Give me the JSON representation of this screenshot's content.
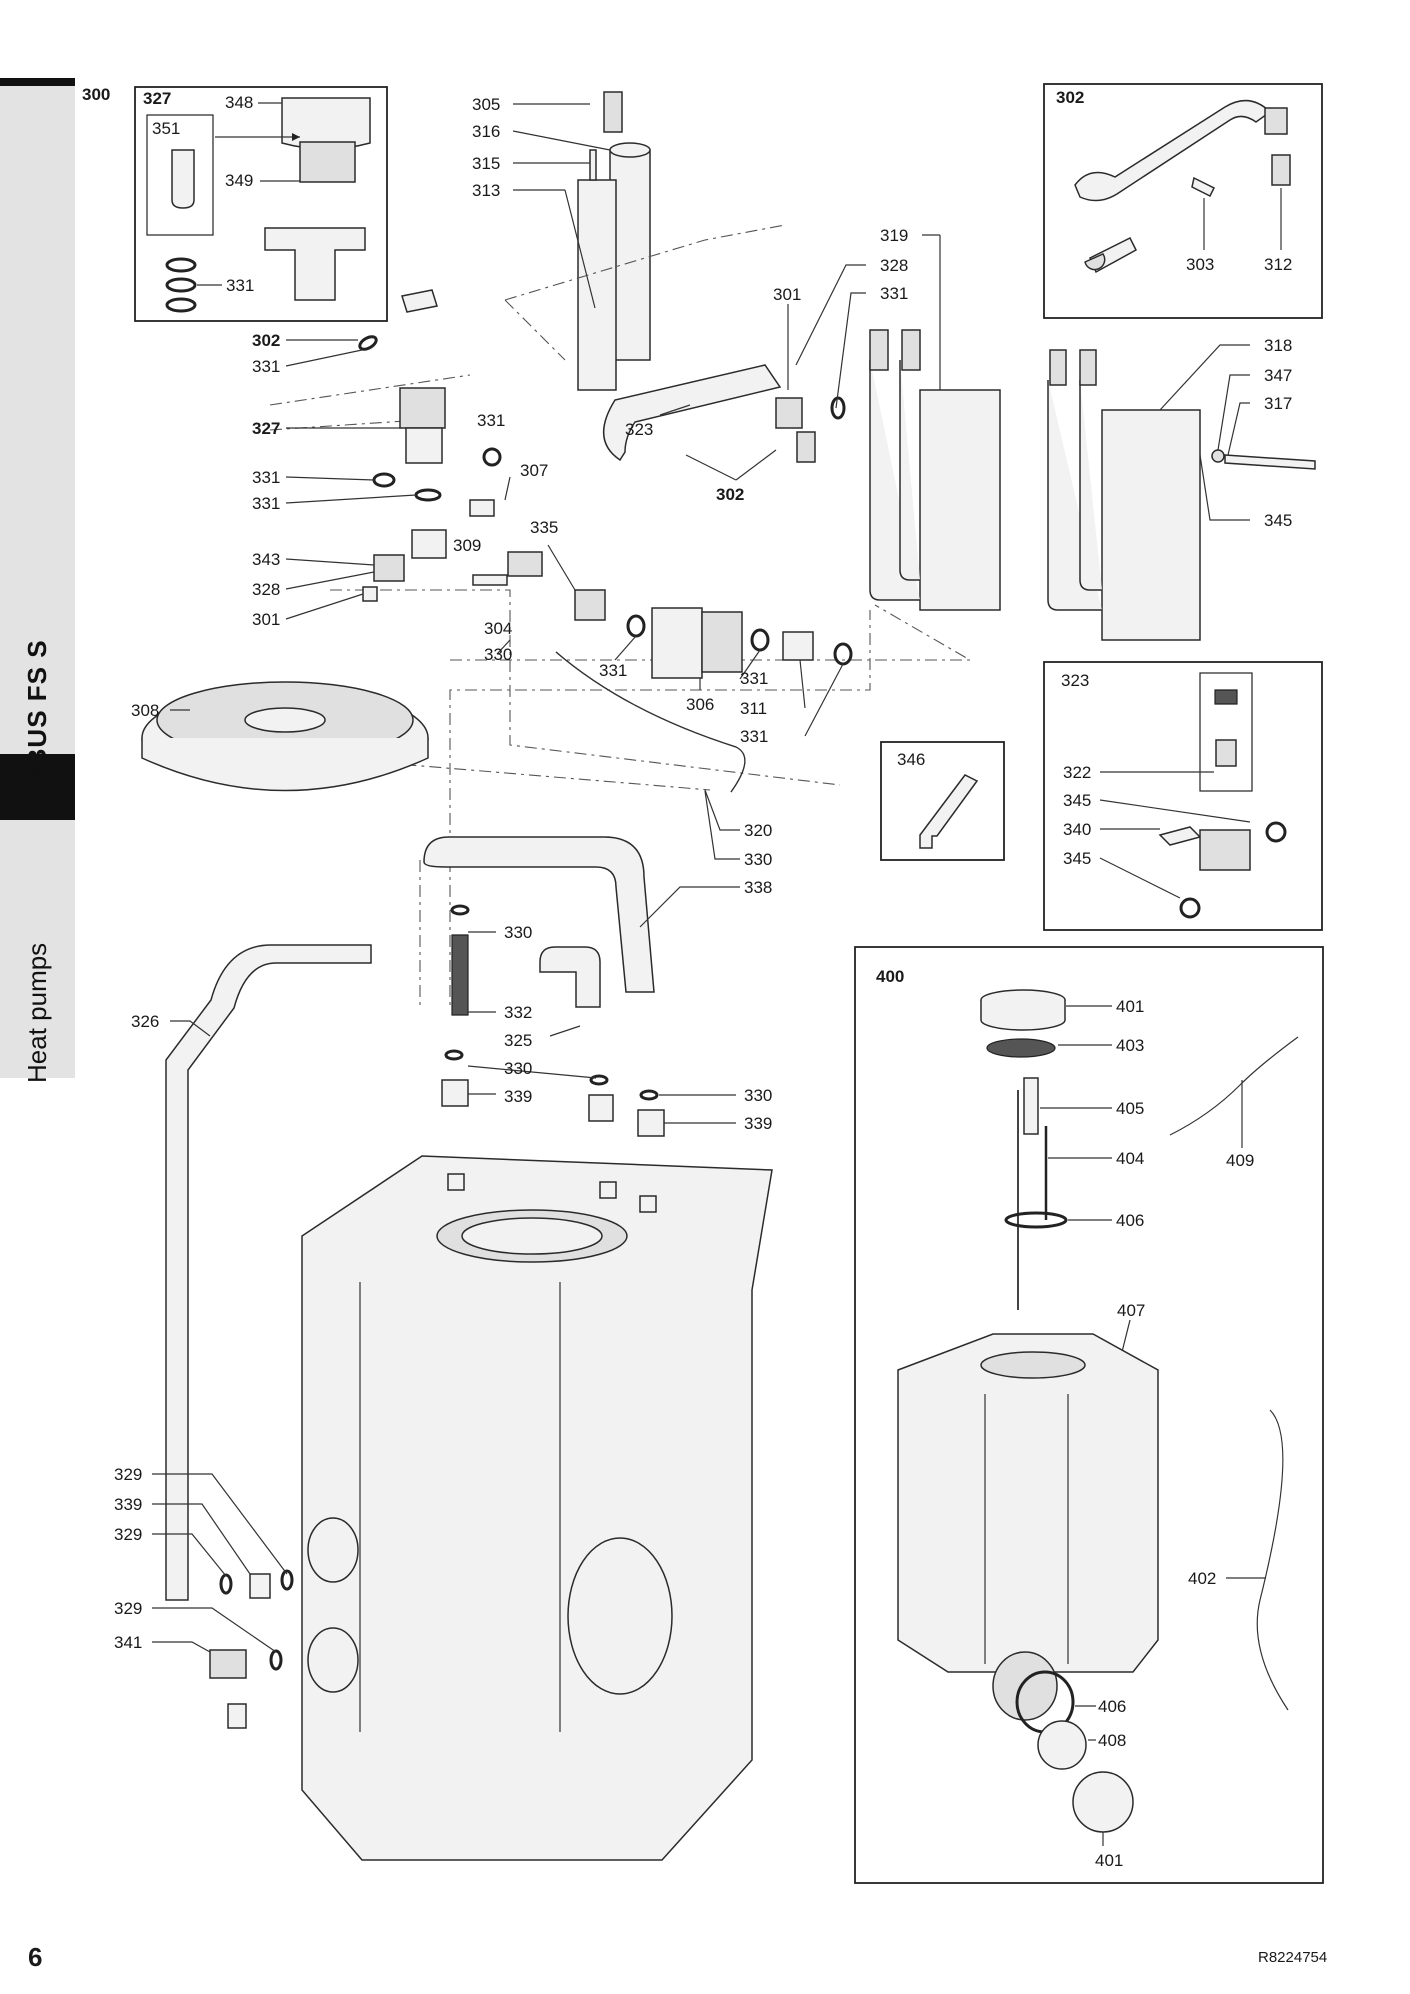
{
  "sidebar": {
    "product": "NIMBUS FS S",
    "section": "Heat pumps"
  },
  "page": {
    "number": "6",
    "code": "R8224754"
  },
  "diagram": {
    "main_group": "300",
    "inset_labels": {
      "i327_title": "327",
      "i327_348": "348",
      "i327_351": "351",
      "i327_349": "349",
      "i327_331": "331",
      "i302_title": "302",
      "i302_303": "303",
      "i302_312": "312",
      "i323_title": "323",
      "i323_322": "322",
      "i323_345a": "345",
      "i323_340": "340",
      "i323_345b": "345",
      "i346_title": "346",
      "i400_title": "400",
      "i400_401a": "401",
      "i400_403": "403",
      "i400_405": "405",
      "i400_404": "404",
      "i400_409": "409",
      "i400_406a": "406",
      "i400_407": "407",
      "i400_402": "402",
      "i400_406b": "406",
      "i400_408": "408",
      "i400_401b": "401"
    },
    "callouts": {
      "c305": "305",
      "c316": "316",
      "c315": "315",
      "c313": "313",
      "c302a": "302",
      "c331a": "331",
      "c327": "327",
      "c331b": "331",
      "c331c": "331",
      "c331d": "331",
      "c307": "307",
      "c343": "343",
      "c309": "309",
      "c335": "335",
      "c328a": "328",
      "c301a": "301",
      "c304": "304",
      "c330a": "330",
      "c331e": "331",
      "c306": "306",
      "c331f": "331",
      "c311": "311",
      "c331g": "331",
      "c319": "319",
      "c328b": "328",
      "c331h": "331",
      "c301b": "301",
      "c323": "323",
      "c302b": "302",
      "c318": "318",
      "c347": "347",
      "c317": "317",
      "c345": "345",
      "c308": "308",
      "c320": "320",
      "c330b": "330",
      "c338": "338",
      "c330c": "330",
      "c326": "326",
      "c332": "332",
      "c325": "325",
      "c330d": "330",
      "c339a": "339",
      "c330e": "330",
      "c339b": "339",
      "c329a": "329",
      "c339c": "339",
      "c329b": "329",
      "c329c": "329",
      "c341": "341"
    }
  }
}
